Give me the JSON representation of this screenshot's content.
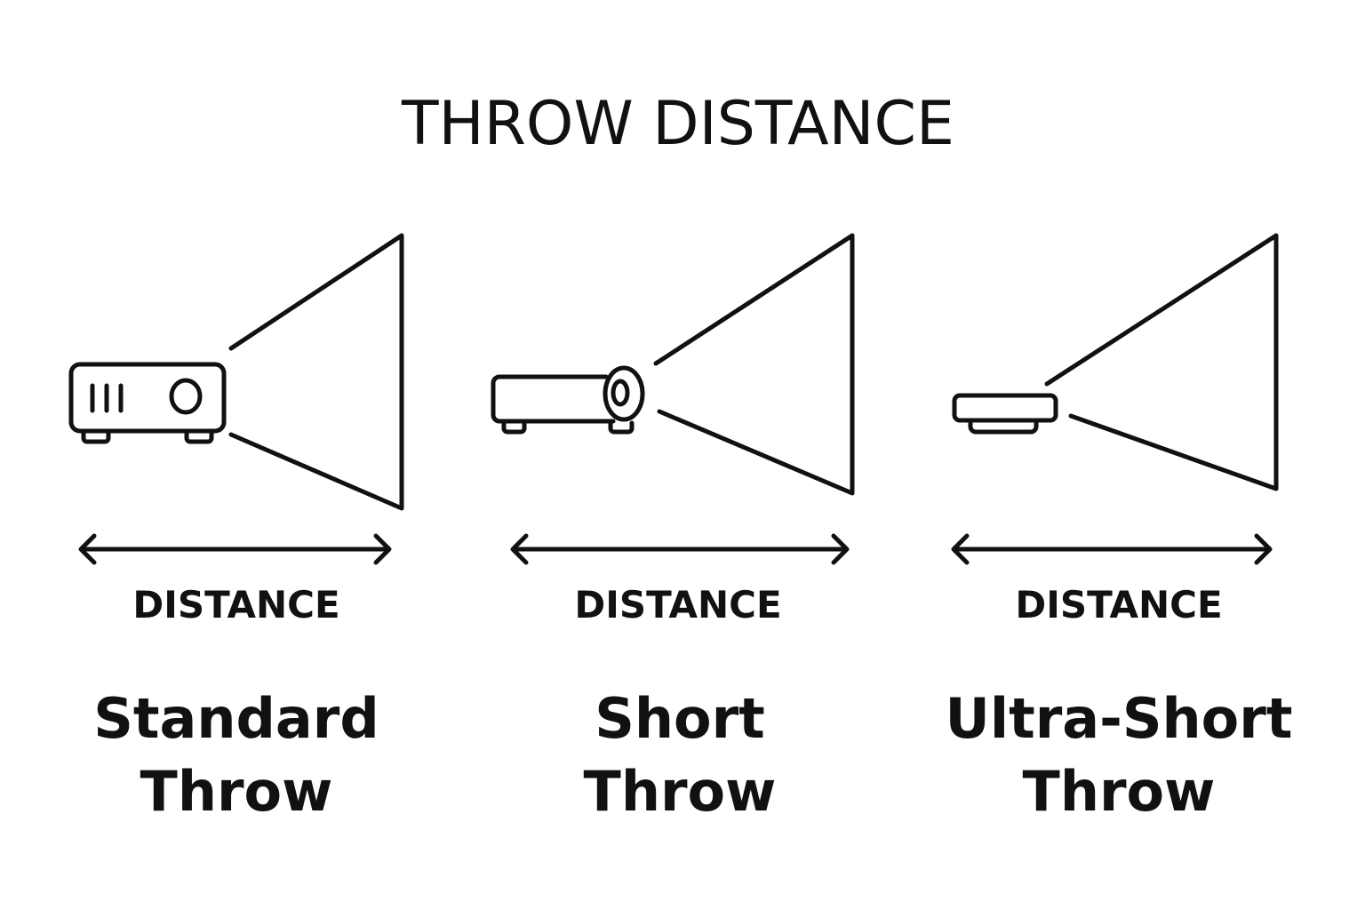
{
  "title": "THROW DISTANCE",
  "panels": [
    {
      "distance_label": "DISTANCE",
      "name_line1": "Standard",
      "name_line2": "Throw",
      "icon": "standard-projector-icon"
    },
    {
      "distance_label": "DISTANCE",
      "name_line1": "Short",
      "name_line2": "Throw",
      "icon": "short-throw-projector-icon"
    },
    {
      "distance_label": "DISTANCE",
      "name_line1": "Ultra-Short",
      "name_line2": "Throw",
      "icon": "ultra-short-throw-projector-icon"
    }
  ]
}
